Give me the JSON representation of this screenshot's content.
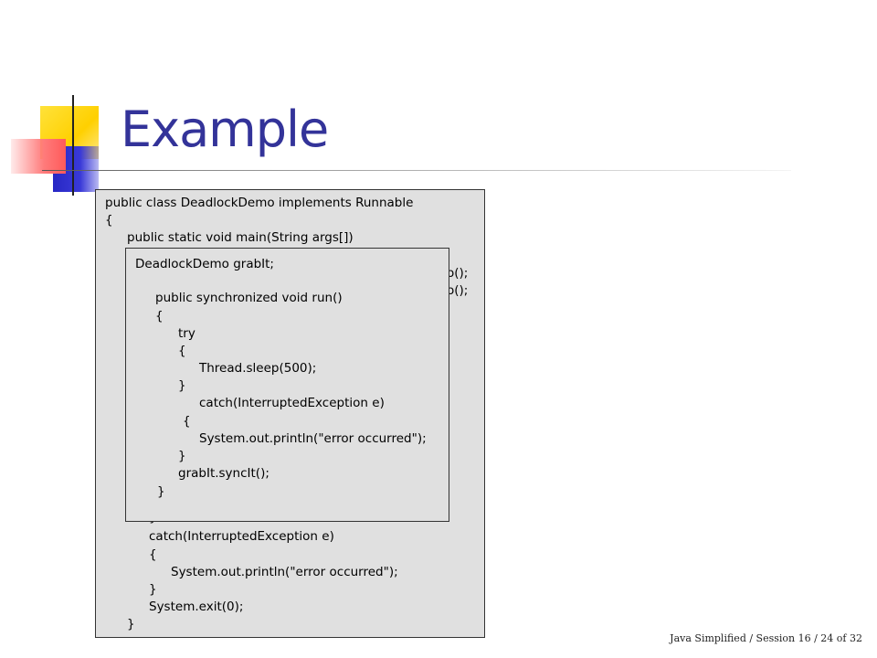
{
  "slide": {
    "title": "Example",
    "footer": "Java Simplified / Session 16 / 24 of 32"
  },
  "outer_code": {
    "lines": [
      "public class DeadlockDemo implements Runnable",
      "{",
      "public static void main(String args[])",
      "o();",
      "o();",
      "}",
      "catch(InterruptedException e)",
      "{",
      "System.out.println(\"error occurred\");",
      "}",
      "System.exit(0);",
      "}"
    ]
  },
  "inner_code": {
    "lines": [
      "DeadlockDemo grabIt;",
      "public synchronized void run()",
      "{",
      "try",
      "{",
      "Thread.sleep(500);",
      "}",
      "catch(InterruptedException e)",
      "{",
      "System.out.println(\"error occurred\");",
      "}",
      "grabIt.syncIt();",
      "}"
    ]
  }
}
